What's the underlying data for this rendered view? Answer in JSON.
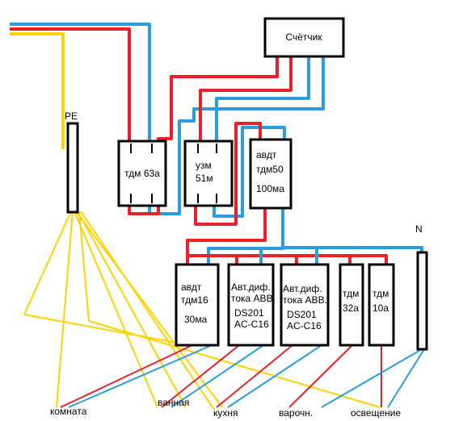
{
  "colors": {
    "phase": "#e8202a",
    "neutral": "#2a9de0",
    "pe": "#ffd200",
    "device": "#000000",
    "background": "#ffffff"
  },
  "labels": {
    "meter": "Счётчик",
    "pe": "PE",
    "n": "N",
    "main_breaker": "тдм 63а",
    "uzm_line1": "узм",
    "uzm_line2": "51м",
    "rcd_main_line1": "авдт",
    "rcd_main_line2": "тдм50",
    "rcd_main_line3": "100ма",
    "rcd16_line1": "авдт",
    "rcd16_line2": "тдм16",
    "rcd16_line3": "30ма",
    "rcbo1_line1": "Авт.диф.",
    "rcbo1_line2": "тока АВВ.",
    "rcbo1_line3": "DS201",
    "rcbo1_line4": "AC-C16",
    "rcbo2_line1": "Авт.диф.",
    "rcbo2_line2": "тока АВВ.",
    "rcbo2_line3": "DS201",
    "rcbo2_line4": "AC-C16",
    "cb32_line1": "тдм",
    "cb32_line2": "32а",
    "cb10_line1": "тдм",
    "cb10_line2": "10а"
  },
  "outputs": {
    "room": "комната",
    "bathroom": "ванная",
    "kitchen": "кухня",
    "boiler": "варочн.",
    "lighting": "освещение"
  }
}
